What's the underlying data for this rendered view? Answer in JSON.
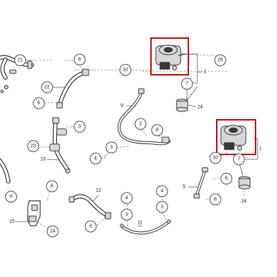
{
  "diagram": {
    "highlight_color": "#c00000",
    "callouts": {
      "c21": "21",
      "c6a": "6",
      "c25": "25",
      "c10a": "10",
      "c7a": "7",
      "c22": "22",
      "c6b": "6",
      "c9": "9",
      "c3a": "3",
      "c2": "2",
      "c8": "8",
      "c23": "23",
      "c13": "13",
      "c3b": "3",
      "c4a": "4",
      "c6c": "6",
      "c10b": "10",
      "c7b": "7",
      "c6d": "6",
      "c6e": "6",
      "c6f": "6",
      "c12": "12",
      "c4b": "4",
      "c4c": "4",
      "c3c": "3",
      "c3d": "3",
      "c6g": "6",
      "c14": "14"
    },
    "labels": {
      "l1a": "1",
      "l24a": "24",
      "l1b": "1",
      "l5": "5",
      "l24b": "24",
      "l11": "11",
      "l15": "15"
    }
  }
}
